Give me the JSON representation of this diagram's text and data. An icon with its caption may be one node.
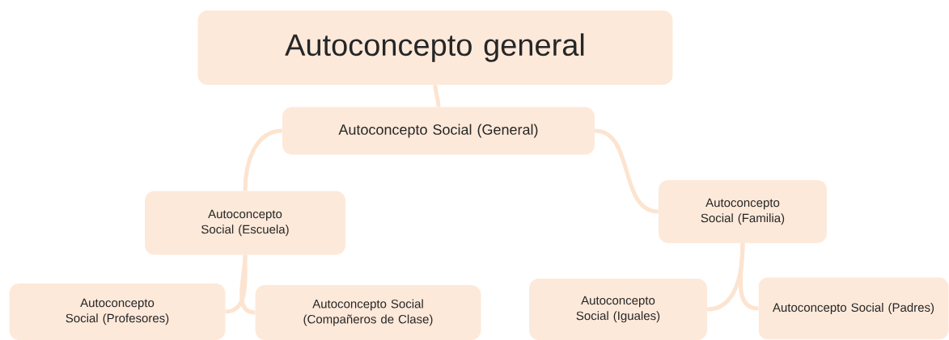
{
  "diagram": {
    "nodes": [
      {
        "text": [
          "Autoconcepto general"
        ]
      },
      {
        "text": [
          "Autoconcepto Social (General)"
        ]
      },
      {
        "text": [
          "Autoconcepto Social (Escuela)"
        ]
      },
      {
        "text": [
          "Autoconcepto Social (Familia)"
        ]
      },
      {
        "text": [
          "Autoconcepto Social (Profesores)"
        ]
      },
      {
        "text": [
          "Autoconcepto Social (Compañeros de Clase)"
        ]
      },
      {
        "text": [
          "Autoconcepto Social (Iguales)"
        ]
      },
      {
        "text": [
          "Autoconcepto Social (Padres)"
        ]
      }
    ],
    "edges": [
      {
        "from": 0,
        "to": 1,
        "arrow": "none"
      },
      {
        "from": 1,
        "to": 2,
        "arrow": "none"
      },
      {
        "from": 1,
        "to": 3,
        "arrow": "none"
      },
      {
        "from": 2,
        "to": 4,
        "arrow": "none"
      },
      {
        "from": 2,
        "to": 5,
        "arrow": "none"
      },
      {
        "from": 3,
        "to": 6,
        "arrow": "none"
      },
      {
        "from": 3,
        "to": 7,
        "arrow": "none"
      }
    ]
  }
}
